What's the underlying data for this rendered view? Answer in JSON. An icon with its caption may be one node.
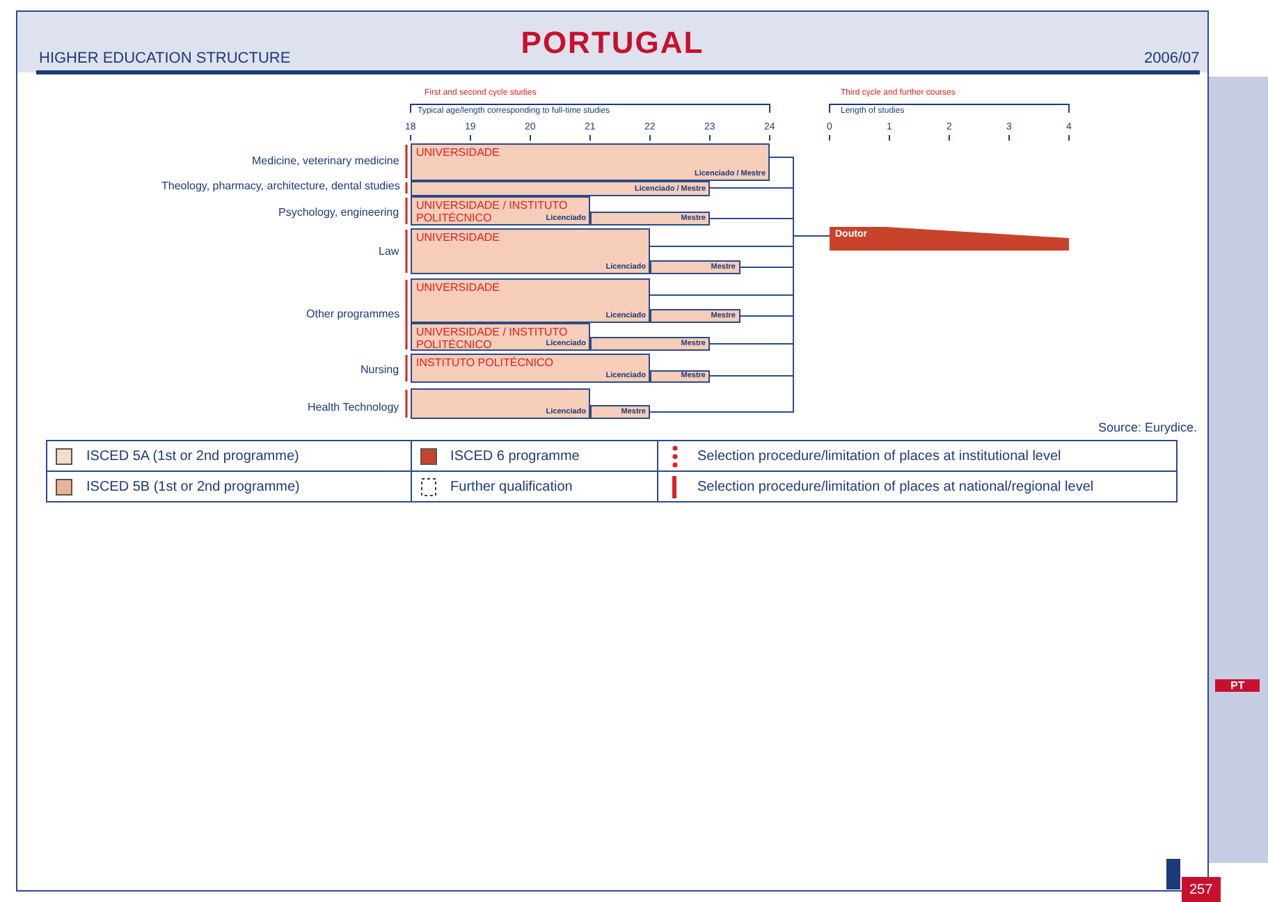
{
  "diagram": {
    "title": "PORTUGAL",
    "nodes": [
      {
        "text": [
          "UNIVERSIDADE",
          "Licenciado / Mestre"
        ]
      },
      {
        "text": [
          "Licenciado / Mestre"
        ]
      },
      {
        "text": [
          "UNIVERSIDADE / INSTITUTO POLITÉCNICO",
          "Licenciado"
        ]
      },
      {
        "text": [
          "Mestre"
        ]
      },
      {
        "text": [
          "UNIVERSIDADE",
          "Licenciado"
        ]
      },
      {
        "text": [
          "Mestre"
        ]
      },
      {
        "text": [
          "UNIVERSIDADE",
          "Licenciado"
        ]
      },
      {
        "text": [
          "Mestre"
        ]
      },
      {
        "text": [
          "UNIVERSIDADE / INSTITUTO POLITÉCNICO",
          "Licenciado"
        ]
      },
      {
        "text": [
          "Mestre"
        ]
      },
      {
        "text": [
          "INSTITUTO POLITÉCNICO",
          "Licenciado"
        ]
      },
      {
        "text": [
          "Mestre"
        ]
      },
      {
        "text": [
          "Licenciado"
        ]
      },
      {
        "text": [
          "Mestre"
        ]
      },
      {
        "text": [
          "Doutor"
        ]
      }
    ],
    "edges": [
      {
        "from": 0,
        "to": 14,
        "arrow": "none"
      },
      {
        "from": 1,
        "to": 14,
        "arrow": "none"
      },
      {
        "from": 3,
        "to": 14,
        "arrow": "none"
      },
      {
        "from": 4,
        "to": 14,
        "arrow": "none"
      },
      {
        "from": 5,
        "to": 14,
        "arrow": "none"
      },
      {
        "from": 6,
        "to": 14,
        "arrow": "none"
      },
      {
        "from": 7,
        "to": 14,
        "arrow": "none"
      },
      {
        "from": 9,
        "to": 14,
        "arrow": "none"
      },
      {
        "from": 11,
        "to": 14,
        "arrow": "none"
      },
      {
        "from": 13,
        "to": 14,
        "arrow": "none"
      }
    ],
    "labels": [
      "HIGHER EDUCATION STRUCTURE",
      "2006/07",
      "First and second cycle studies",
      "Typical age/length corresponding to full-time studies",
      "Third cycle and further courses",
      "Length of studies",
      "18",
      "19",
      "20",
      "21",
      "22",
      "23",
      "24",
      "0",
      "1",
      "2",
      "3",
      "4",
      "Medicine, veterinary medicine",
      "Theology, pharmacy, architecture, dental studies",
      "Psychology, engineering",
      "Law",
      "Other programmes",
      "Nursing",
      "Health Technology",
      "Source: Eurydice.",
      "PT",
      "257"
    ],
    "legend": [
      {
        "text": "ISCED 5A (1st or 2nd programme)",
        "color": "#f4dccc"
      },
      {
        "text": "ISCED 6 programme",
        "color": "#c8432b"
      },
      {
        "text": "Selection procedure/limitation of places at institutional level"
      },
      {
        "text": "ISCED 5B (1st or 2nd programme)",
        "color": "#e8b396"
      },
      {
        "text": "Further qualification"
      },
      {
        "text": "Selection procedure/limitation of places at national/regional level"
      }
    ]
  }
}
